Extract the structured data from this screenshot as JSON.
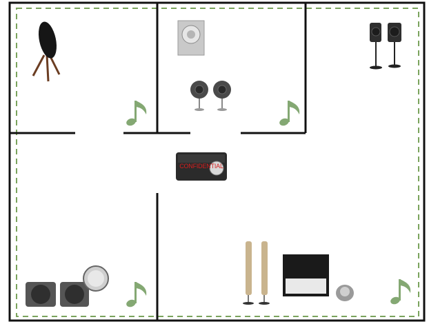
{
  "overlay_text": {
    "hub_label": "CONFIDENTIAL"
  },
  "colors": {
    "wall": "#111111",
    "dashed_zone": "#7aa35c",
    "music_note": "#84a873",
    "label": "#d61f1f"
  },
  "rooms": [
    {
      "name": "top-left-room",
      "devices": [
        "beoplay-a9-speaker"
      ]
    },
    {
      "name": "top-middle-room",
      "devices": [
        "wall-speaker-panel",
        "sphere-speaker-pair"
      ]
    },
    {
      "name": "top-right-room",
      "devices": [
        "stand-speaker-pair"
      ]
    },
    {
      "name": "center",
      "devices": [
        "hub-device"
      ]
    },
    {
      "name": "bottom-left-room",
      "devices": [
        "cube-speaker-pair",
        "round-speaker"
      ]
    },
    {
      "name": "bottom-right-room",
      "devices": [
        "tower-speaker-pair",
        "tv-screen",
        "cone-speaker"
      ]
    }
  ],
  "icons": [
    "music-note-icon"
  ]
}
